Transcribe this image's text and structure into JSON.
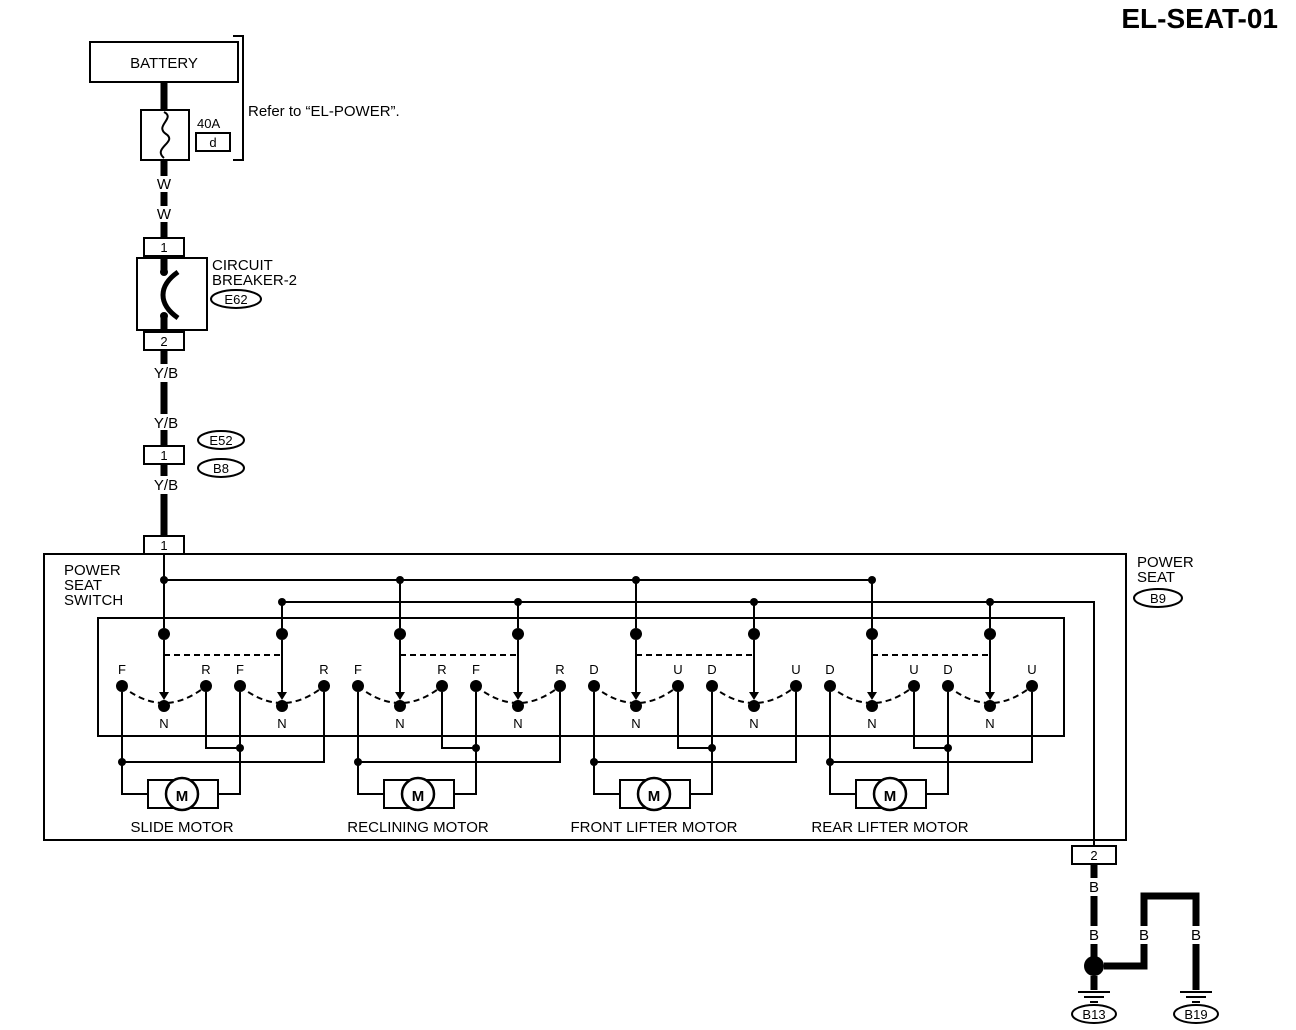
{
  "title": "EL-SEAT-01",
  "battery": {
    "label": "BATTERY",
    "fuse_rating": "40A",
    "fuse_id": "d",
    "note": "Refer to “EL-POWER”."
  },
  "wires": {
    "w_top": "W",
    "w_bottom": "W",
    "yb_1": "Y/B",
    "yb_2": "Y/B",
    "yb_3": "Y/B",
    "b_1": "B",
    "b_2": "B",
    "b_3": "B",
    "b_4": "B"
  },
  "circuit_breaker": {
    "line1": "CIRCUIT",
    "line2": "BREAKER-2",
    "connector": "E62",
    "pin_top": "1",
    "pin_bottom": "2"
  },
  "joint_connector": {
    "upper": "E52",
    "lower": "B8",
    "pin": "1"
  },
  "power_seat": {
    "line1": "POWER",
    "line2": "SEAT",
    "connector": "B9",
    "pin_in": "1",
    "pin_out": "2"
  },
  "switch": {
    "line1": "POWER",
    "line2": "SEAT",
    "line3": "SWITCH"
  },
  "motors": [
    {
      "name": "SLIDE MOTOR",
      "symbol": "M",
      "left_letters": [
        "F",
        "R"
      ],
      "right_letters": [
        "F",
        "R"
      ]
    },
    {
      "name": "RECLINING MOTOR",
      "symbol": "M",
      "left_letters": [
        "F",
        "R"
      ],
      "right_letters": [
        "F",
        "R"
      ]
    },
    {
      "name": "FRONT LIFTER MOTOR",
      "symbol": "M",
      "left_letters": [
        "D",
        "U"
      ],
      "right_letters": [
        "D",
        "U"
      ]
    },
    {
      "name": "REAR LIFTER MOTOR",
      "symbol": "M",
      "left_letters": [
        "D",
        "U"
      ],
      "right_letters": [
        "D",
        "U"
      ]
    }
  ],
  "neutral_label": "N",
  "grounds": [
    {
      "connector": "B13"
    },
    {
      "connector": "B19"
    }
  ]
}
